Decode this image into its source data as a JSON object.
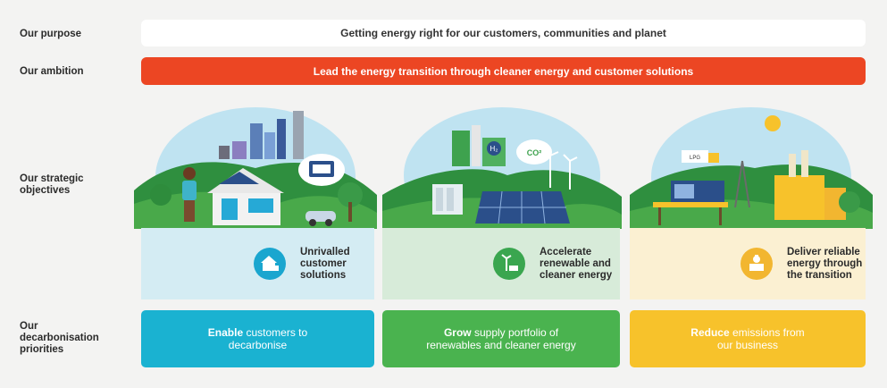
{
  "labels": {
    "purpose": "Our purpose",
    "ambition": "Our ambition",
    "objectives_line1": "Our strategic",
    "objectives_line2": "objectives",
    "priorities_line1": "Our",
    "priorities_line2": "decarbonisation",
    "priorities_line3": "priorities"
  },
  "purpose_text": "Getting energy right for our customers, communities and planet",
  "ambition_text": "Lead the energy transition through cleaner energy and customer solutions",
  "objectives": [
    {
      "line1": "Unrivalled",
      "line2": "customer",
      "line3": "solutions",
      "icon": "customer-home-icon",
      "color": "#d4ecf3",
      "icon_color": "#1aa6cf"
    },
    {
      "line1": "Accelerate",
      "line2": "renewable and",
      "line3": "cleaner energy",
      "icon": "wind-solar-icon",
      "color": "#d7ebd9",
      "icon_color": "#3aa64f"
    },
    {
      "line1": "Deliver reliable",
      "line2": "energy through",
      "line3": "the transition",
      "icon": "reliable-energy-icon",
      "color": "#fbf0d2",
      "icon_color": "#f2b630"
    }
  ],
  "priorities": [
    {
      "bold": "Enable",
      "rest1": " customers to",
      "rest2": "decarbonise",
      "color": "#1ab2d1"
    },
    {
      "bold": "Grow",
      "rest1": " supply portfolio of",
      "rest2": "renewables and cleaner energy",
      "color": "#4ab34f"
    },
    {
      "bold": "Reduce",
      "rest1": " emissions from",
      "rest2": "our business",
      "color": "#f7c22b"
    }
  ],
  "illustration_text": {
    "co2": "CO²",
    "h2": "H₂",
    "lpg": "LPG"
  }
}
